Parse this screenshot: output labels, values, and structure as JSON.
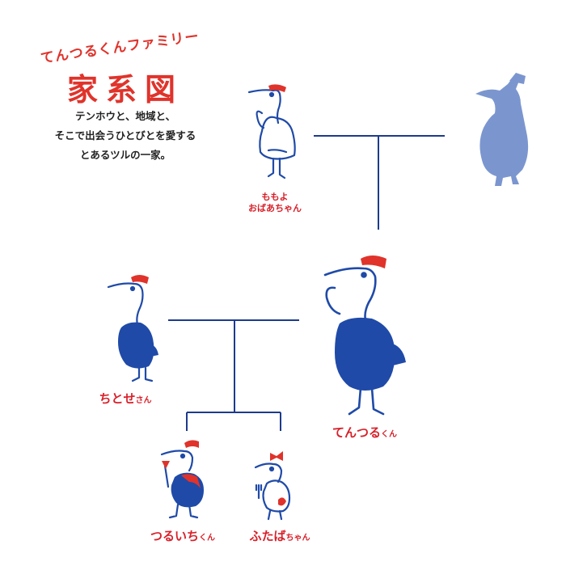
{
  "header": {
    "subtitle": "てんつるくんファミリー",
    "title": "家系図",
    "description": [
      "テンホウと、地域と、",
      "そこで出会うひとびとを愛する",
      "とあるツルの一家。"
    ]
  },
  "members": {
    "momoyo": {
      "name": "ももよ",
      "relation": "おばあちゃん"
    },
    "chitose": {
      "name": "ちとせ",
      "honorific": "さん"
    },
    "tentsuru": {
      "name": "てんつる",
      "honorific": "くん"
    },
    "tsuruichi": {
      "name": "つるいち",
      "honorific": "くん"
    },
    "futaba": {
      "name": "ふたば",
      "honorific": "ちゃん"
    }
  },
  "colors": {
    "accent_red": "#e0332b",
    "line_blue": "#1d3b8c",
    "silhouette": "#7b96cf",
    "body_blue": "#1f4aa8"
  }
}
